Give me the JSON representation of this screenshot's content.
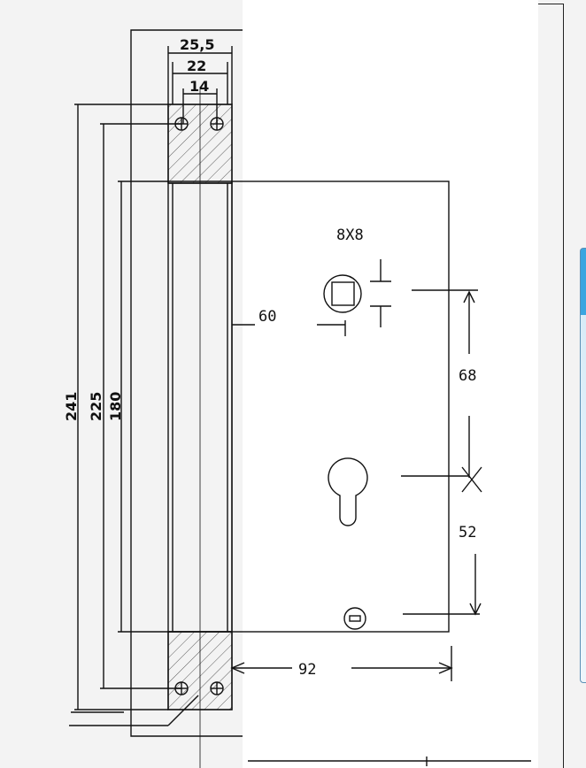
{
  "dimensions": {
    "width_25_5": "25,5",
    "width_22": "22",
    "width_14": "14",
    "height_241": "241",
    "height_225": "225",
    "height_180": "180",
    "backset_60": "60",
    "spindle_size": "8X8",
    "spindle_to_cylinder": "68",
    "cylinder_to_bottom": "52",
    "body_width": "92"
  }
}
